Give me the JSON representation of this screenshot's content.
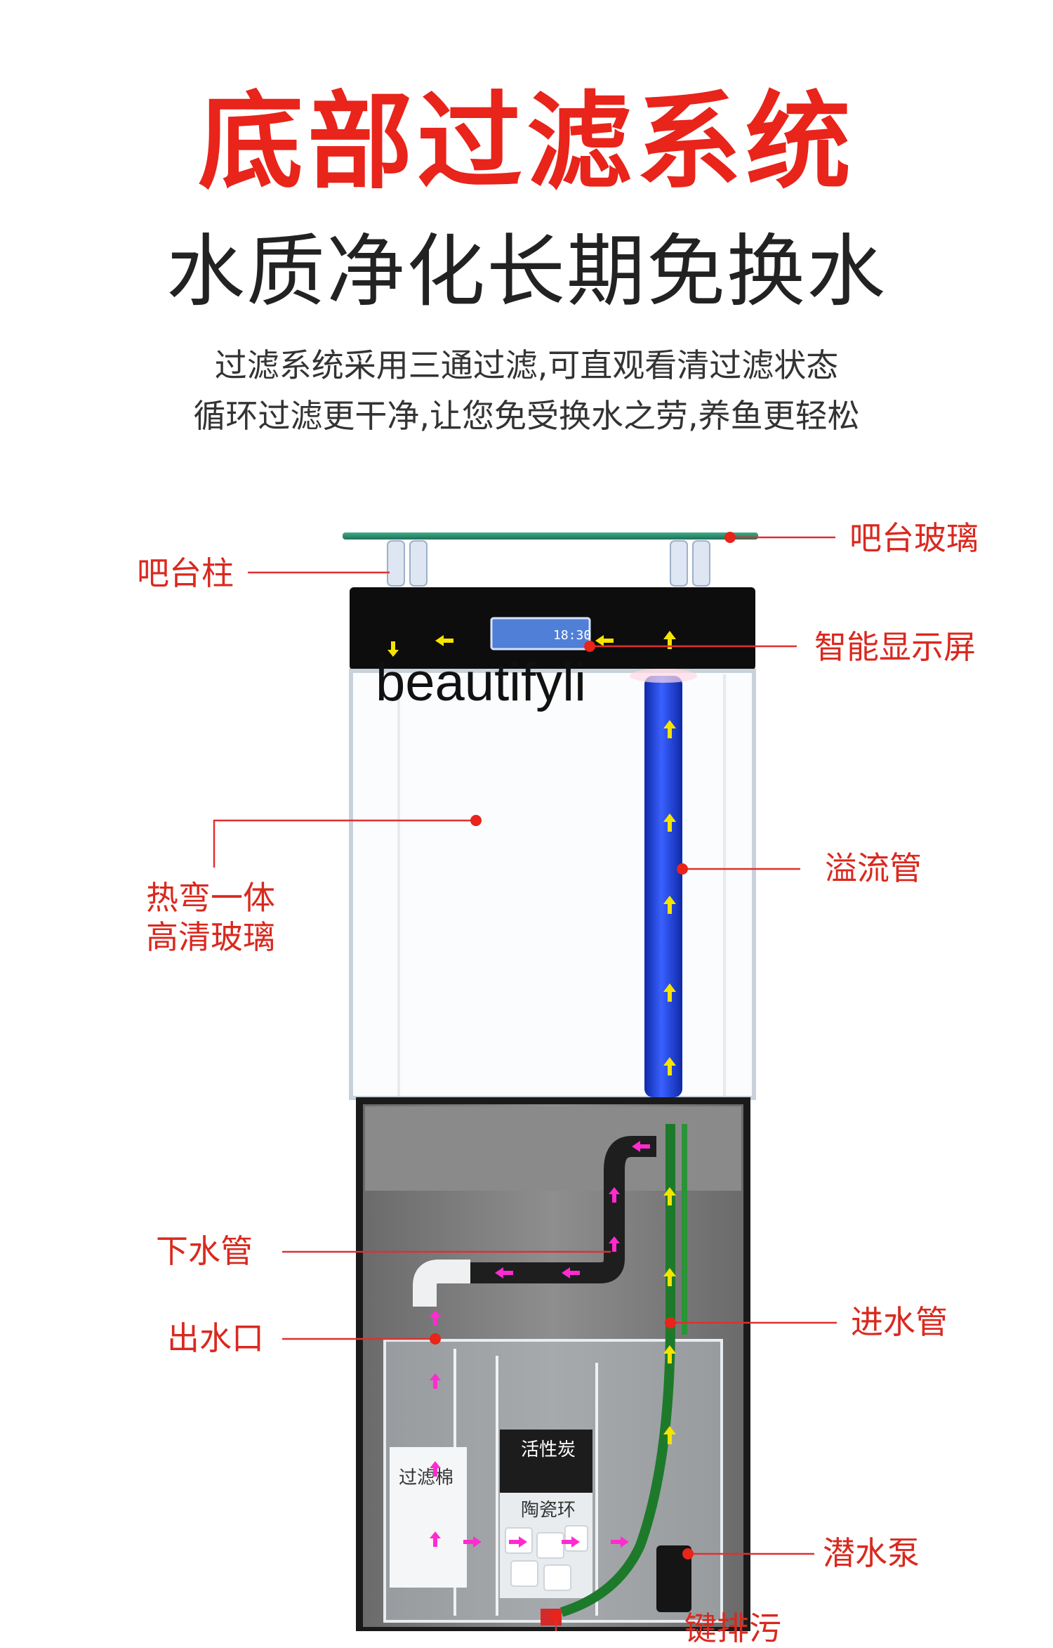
{
  "header": {
    "title": "底部过滤系统",
    "subtitle": "水质净化长期免换水",
    "desc_line1": "过滤系统采用三通过滤,可直观看清过滤状态",
    "desc_line2": "循环过滤更干净,让您免受换水之劳,养鱼更轻松"
  },
  "watermark": "beautifyli",
  "display": {
    "time": "18:30"
  },
  "labels": {
    "bar_glass": "吧台玻璃",
    "bar_post": "吧台柱",
    "smart_display": "智能显示屏",
    "glass_line1": "热弯一体",
    "glass_line2": "高清玻璃",
    "overflow_pipe": "溢流管",
    "drain_pipe": "下水管",
    "outlet": "出水口",
    "inlet_pipe": "进水管",
    "pump": "潜水泵",
    "bottom_cut": "键排污"
  },
  "filter_media": {
    "cotton": "过滤棉",
    "carbon": "活性炭",
    "ceramic": "陶瓷环"
  },
  "colors": {
    "red": "#e8241b",
    "label_red": "#d9291f",
    "leader": "#e03030",
    "pipe_blue": "#1f3fd0",
    "pipe_green": "#1d7a2a",
    "arrow_yellow": "#f5e400",
    "arrow_magenta": "#ff2bd0"
  }
}
